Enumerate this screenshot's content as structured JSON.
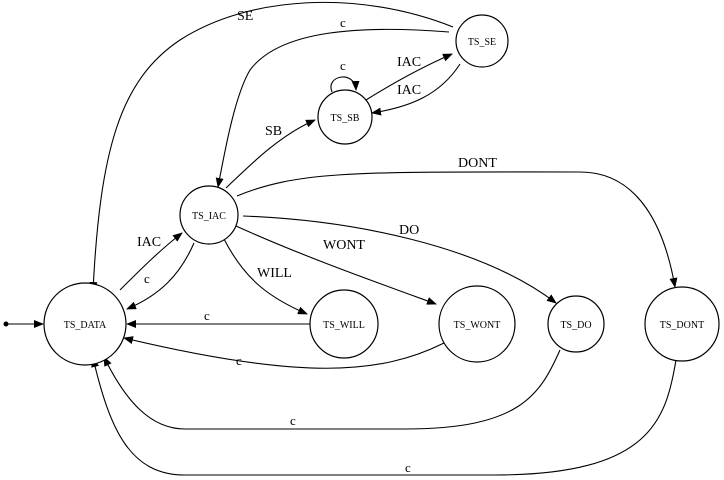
{
  "diagram": {
    "type": "state-machine",
    "nodes": [
      {
        "id": "TS_DATA",
        "label": "TS_DATA"
      },
      {
        "id": "TS_IAC",
        "label": "TS_IAC"
      },
      {
        "id": "TS_SB",
        "label": "TS_SB"
      },
      {
        "id": "TS_SE",
        "label": "TS_SE"
      },
      {
        "id": "TS_WILL",
        "label": "TS_WILL"
      },
      {
        "id": "TS_WONT",
        "label": "TS_WONT"
      },
      {
        "id": "TS_DO",
        "label": "TS_DO"
      },
      {
        "id": "TS_DONT",
        "label": "TS_DONT"
      }
    ],
    "start": "TS_DATA",
    "edges": [
      {
        "from": "TS_DATA",
        "to": "TS_IAC",
        "label": "IAC"
      },
      {
        "from": "TS_IAC",
        "to": "TS_DATA",
        "label": "c"
      },
      {
        "from": "TS_IAC",
        "to": "TS_SB",
        "label": "SB"
      },
      {
        "from": "TS_SB",
        "to": "TS_SB",
        "label": "c"
      },
      {
        "from": "TS_SB",
        "to": "TS_SE",
        "label": "IAC"
      },
      {
        "from": "TS_SE",
        "to": "TS_SB",
        "label": "IAC"
      },
      {
        "from": "TS_SE",
        "to": "TS_DATA",
        "label": "SE"
      },
      {
        "from": "TS_SE",
        "to": "TS_IAC",
        "label": "c"
      },
      {
        "from": "TS_IAC",
        "to": "TS_WILL",
        "label": "WILL"
      },
      {
        "from": "TS_IAC",
        "to": "TS_WONT",
        "label": "WONT"
      },
      {
        "from": "TS_IAC",
        "to": "TS_DO",
        "label": "DO"
      },
      {
        "from": "TS_IAC",
        "to": "TS_DONT",
        "label": "DONT"
      },
      {
        "from": "TS_WILL",
        "to": "TS_DATA",
        "label": "c"
      },
      {
        "from": "TS_WONT",
        "to": "TS_DATA",
        "label": "c"
      },
      {
        "from": "TS_DO",
        "to": "TS_DATA",
        "label": "c"
      },
      {
        "from": "TS_DONT",
        "to": "TS_DATA",
        "label": "c"
      }
    ]
  }
}
